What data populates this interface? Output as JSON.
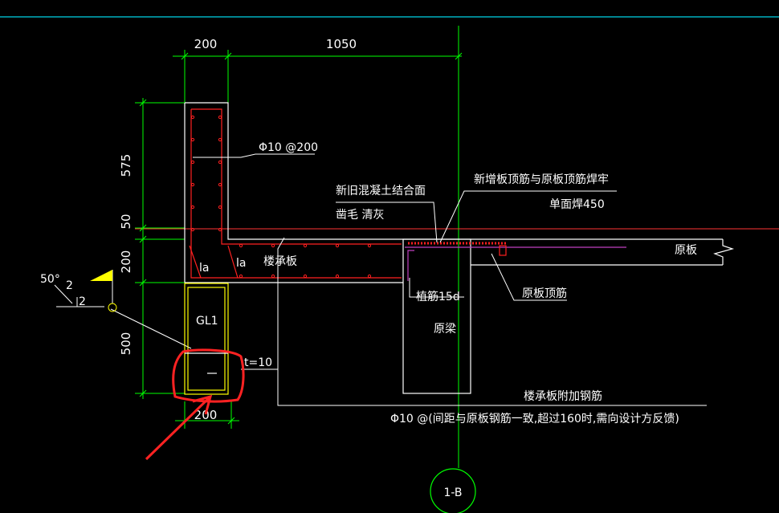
{
  "colors": {
    "background": "#000000",
    "line": "#ffffff",
    "dimension": "#00ff00",
    "rebar": "#ff2020",
    "grid": "#00ff00",
    "section_line": "#ff3333",
    "steel": "#ffff00",
    "flag": "#ffff00",
    "weld_bar": "#c040c0",
    "top_border": "#00b0c0",
    "markup": "#ff2222"
  },
  "dimensions": {
    "top_width": "200",
    "top_span": "1050",
    "h_upper": "575",
    "h_slab_joint": "50",
    "h_slab": "200",
    "h_beam": "500",
    "bottom_width": "200"
  },
  "labels": {
    "rebar_spec": "Φ10 @200",
    "interface_line1": "新旧混凝土结合面",
    "interface_line2": "凿毛  清灰",
    "weld_line1": "新增板顶筋与原板顶筋焊牢",
    "weld_line2": "单面焊450",
    "la_left": "la",
    "la_right": "la",
    "slab_new": "楼承板",
    "original_slab": "原板",
    "anchor_rebar": "植筋15d",
    "original_top_bar": "原板顶筋",
    "original_beam": "原梁",
    "lintel": "GL1",
    "plate_thickness": "t=10",
    "additional_bar": "楼承板附加钢筋",
    "additional_note": "Φ10 @(间距与原板钢筋一致,超过160时,需向设计方反馈)",
    "grid_ref": "1-B",
    "weld_angle": "50°",
    "weld_size_a": "2",
    "weld_size_b": "2"
  }
}
